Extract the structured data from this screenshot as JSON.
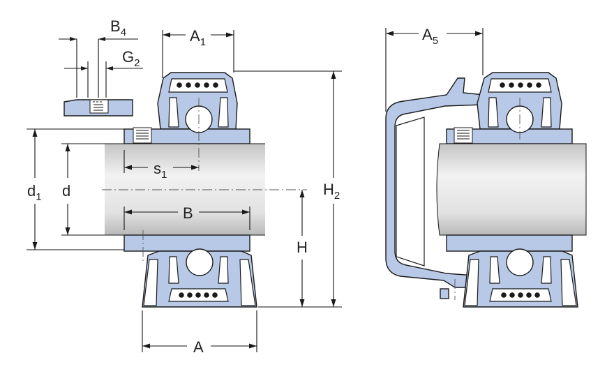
{
  "labels": {
    "B4": {
      "main": "B",
      "sub": "4"
    },
    "G2": {
      "main": "G",
      "sub": "2"
    },
    "A1": {
      "main": "A",
      "sub": "1"
    },
    "A5": {
      "main": "A",
      "sub": "5"
    },
    "s1": {
      "main": "s",
      "sub": "1"
    },
    "d1": {
      "main": "d",
      "sub": "1"
    },
    "d": {
      "main": "d"
    },
    "B": {
      "main": "B"
    },
    "H2": {
      "main": "H",
      "sub": "2"
    },
    "H": {
      "main": "H"
    },
    "A": {
      "main": "A"
    }
  },
  "colors": {
    "housing": "#b7c9e6",
    "shaft_light": "#f2f2f2",
    "shaft_dark": "#c4c4c4",
    "outline": "#1a1a1a"
  }
}
